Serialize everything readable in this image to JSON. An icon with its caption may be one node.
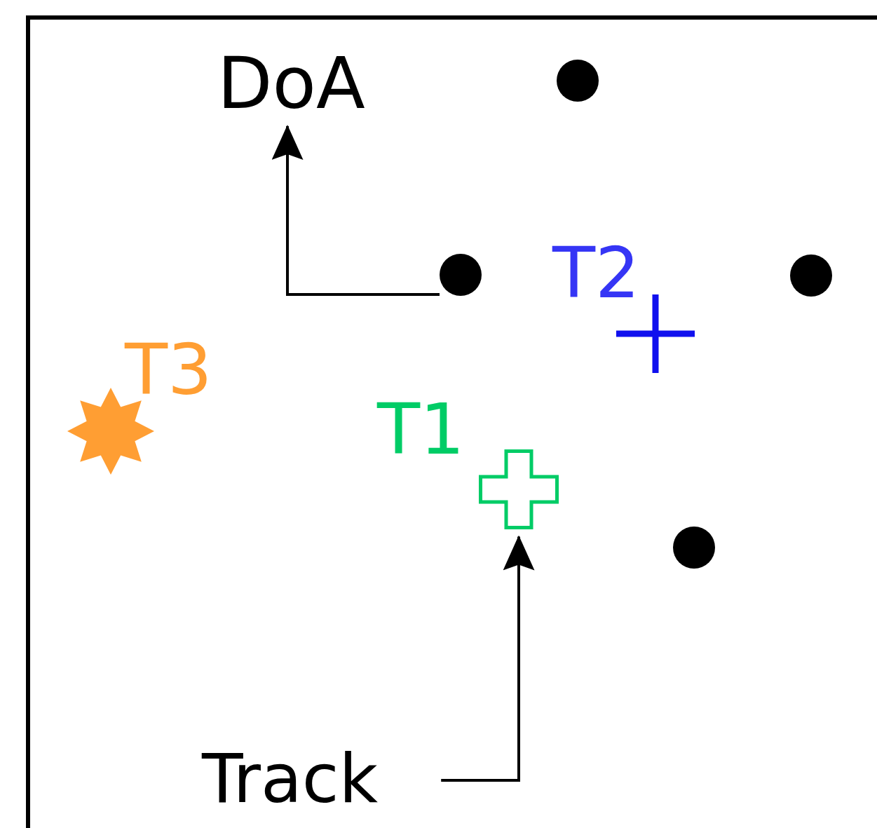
{
  "diagram": {
    "nodes": [
      {
        "text": [
          "DoA"
        ]
      },
      {
        "text": [],
        "shape": "circle"
      },
      {
        "text": [],
        "shape": "circle"
      },
      {
        "text": [],
        "shape": "cross",
        "beside": [
          "T2"
        ]
      },
      {
        "text": [],
        "shape": "circle"
      },
      {
        "text": [],
        "shape": "star",
        "beside": [
          "T3"
        ]
      },
      {
        "text": [],
        "shape": "cross",
        "beside": [
          "T1"
        ]
      },
      {
        "text": [],
        "shape": "circle"
      },
      {
        "text": [
          "Track"
        ]
      }
    ],
    "edges": [
      {
        "from": 2,
        "to": 0,
        "arrow": "to"
      },
      {
        "from": 8,
        "to": 6,
        "arrow": "to"
      }
    ]
  }
}
